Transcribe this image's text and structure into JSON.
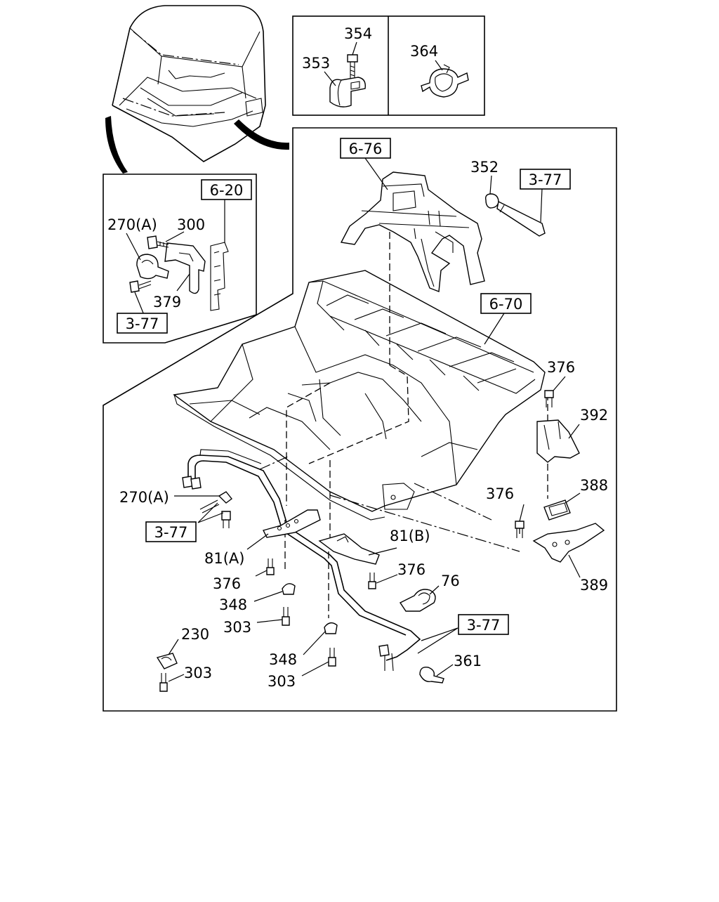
{
  "refs": {
    "r676": "6-76",
    "r377_top": "3-77",
    "r620": "6-20",
    "r377_inset": "3-77",
    "r670": "6-70",
    "r377_left": "3-77",
    "r377_bottom": "3-77"
  },
  "parts": {
    "p354": "354",
    "p353": "353",
    "p364": "364",
    "p352": "352",
    "p270a_inset": "270(A)",
    "p300": "300",
    "p379": "379",
    "p376_a": "376",
    "p392": "392",
    "p388": "388",
    "p376_b": "376",
    "p389": "389",
    "p270a_main": "270(A)",
    "p81a": "81(A)",
    "p81b": "81(B)",
    "p376_c": "376",
    "p376_d": "376",
    "p76": "76",
    "p348_a": "348",
    "p303_a": "303",
    "p230": "230",
    "p303_b": "303",
    "p348_b": "348",
    "p303_c": "303",
    "p361": "361"
  }
}
